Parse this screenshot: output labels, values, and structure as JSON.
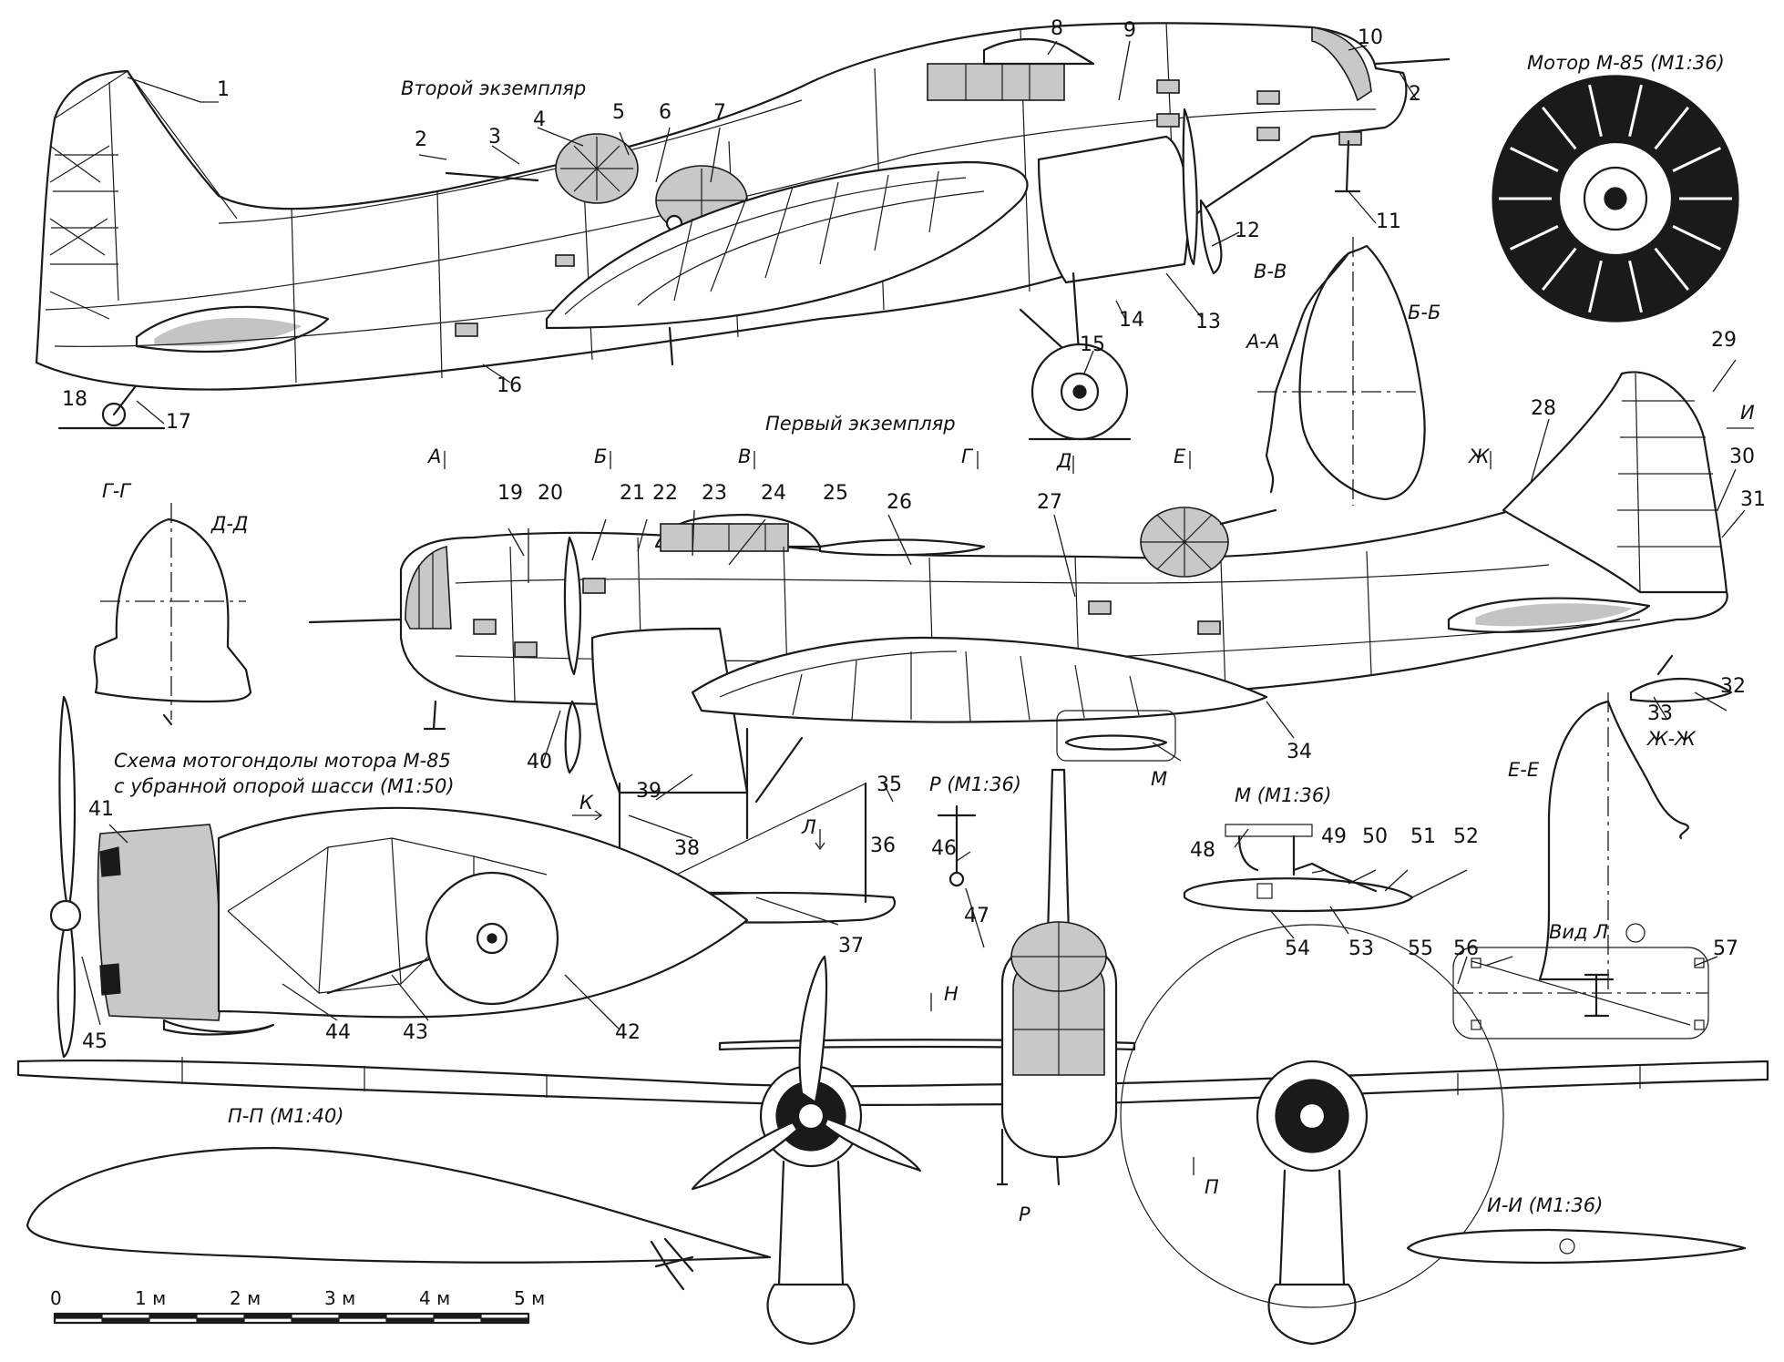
{
  "captions": {
    "second_example": "Второй экземпляр",
    "first_example": "Первый экземпляр",
    "motor": "Мотор М-85 (М1:36)",
    "nacelle_line1": "Схема мотогондолы мотора М-85",
    "nacelle_line2": "с убранной опорой шасси (М1:50)"
  },
  "sections": {
    "vv": "В-В",
    "bb": "Б-Б",
    "aa": "А-А",
    "gg": "Г-Г",
    "dd": "Д-Д",
    "ee": "Е-Е",
    "zhzh": "Ж-Ж",
    "pp": "П-П (М1:40)",
    "ii": "И-И (М1:36)",
    "r": "Р (М1:36)",
    "m": "М (М1:36)",
    "vid_l": "Вид Л"
  },
  "cut_marks": {
    "a": "А",
    "b": "Б",
    "v": "В",
    "g": "Г",
    "d": "Д",
    "e": "Е",
    "zh": "Ж",
    "i": "И",
    "n": "Н",
    "p": "П",
    "l": "Л",
    "k": "К",
    "m": "М",
    "r": "Р"
  },
  "callouts": [
    "1",
    "2",
    "3",
    "4",
    "5",
    "6",
    "7",
    "8",
    "9",
    "10",
    "11",
    "12",
    "13",
    "14",
    "15",
    "16",
    "17",
    "18",
    "19",
    "20",
    "21",
    "22",
    "23",
    "24",
    "25",
    "26",
    "27",
    "28",
    "29",
    "30",
    "31",
    "32",
    "33",
    "34",
    "35",
    "36",
    "37",
    "38",
    "39",
    "40",
    "41",
    "42",
    "43",
    "44",
    "45",
    "46",
    "47",
    "48",
    "49",
    "50",
    "51",
    "52",
    "53",
    "54",
    "55",
    "56",
    "57",
    "2b"
  ],
  "callout_text": {
    "c1": "1",
    "c2": "2",
    "c3": "3",
    "c4": "4",
    "c5": "5",
    "c6": "6",
    "c7": "7",
    "c8": "8",
    "c9": "9",
    "c10": "10",
    "c11": "11",
    "c12": "12",
    "c13": "13",
    "c14": "14",
    "c15": "15",
    "c16": "16",
    "c17": "17",
    "c18": "18",
    "c19": "19",
    "c20": "20",
    "c21": "21",
    "c22": "22",
    "c23": "23",
    "c24": "24",
    "c25": "25",
    "c26": "26",
    "c27": "27",
    "c28": "28",
    "c29": "29",
    "c30": "30",
    "c31": "31",
    "c32": "32",
    "c33": "33",
    "c34": "34",
    "c35": "35",
    "c36": "36",
    "c37": "37",
    "c38": "38",
    "c39": "39",
    "c40": "40",
    "c41": "41",
    "c42": "42",
    "c43": "43",
    "c44": "44",
    "c45": "45",
    "c46": "46",
    "c47": "47",
    "c48": "48",
    "c49": "49",
    "c50": "50",
    "c51": "51",
    "c52": "52",
    "c53": "53",
    "c54": "54",
    "c55": "55",
    "c56": "56",
    "c57": "57",
    "c2b": "2"
  },
  "scale_bar": {
    "labels": [
      "0",
      "1 м",
      "2 м",
      "3 м",
      "4 м",
      "5 м"
    ]
  }
}
